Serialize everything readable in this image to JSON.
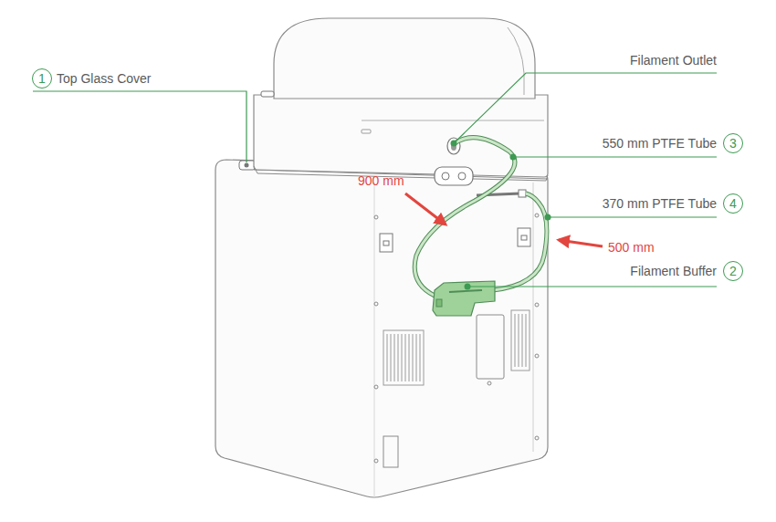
{
  "diagram": {
    "nodes": [
      {
        "text": [
          "1"
        ]
      },
      {
        "text": [
          "3"
        ]
      },
      {
        "text": [
          "4"
        ]
      },
      {
        "text": [
          "2"
        ]
      }
    ],
    "labels": [
      "Top Glass Cover",
      "Filament Outlet",
      "550 mm PTFE Tube",
      "370 mm PTFE Tube",
      "Filament Buffer",
      "900 mm",
      "500 mm"
    ]
  }
}
